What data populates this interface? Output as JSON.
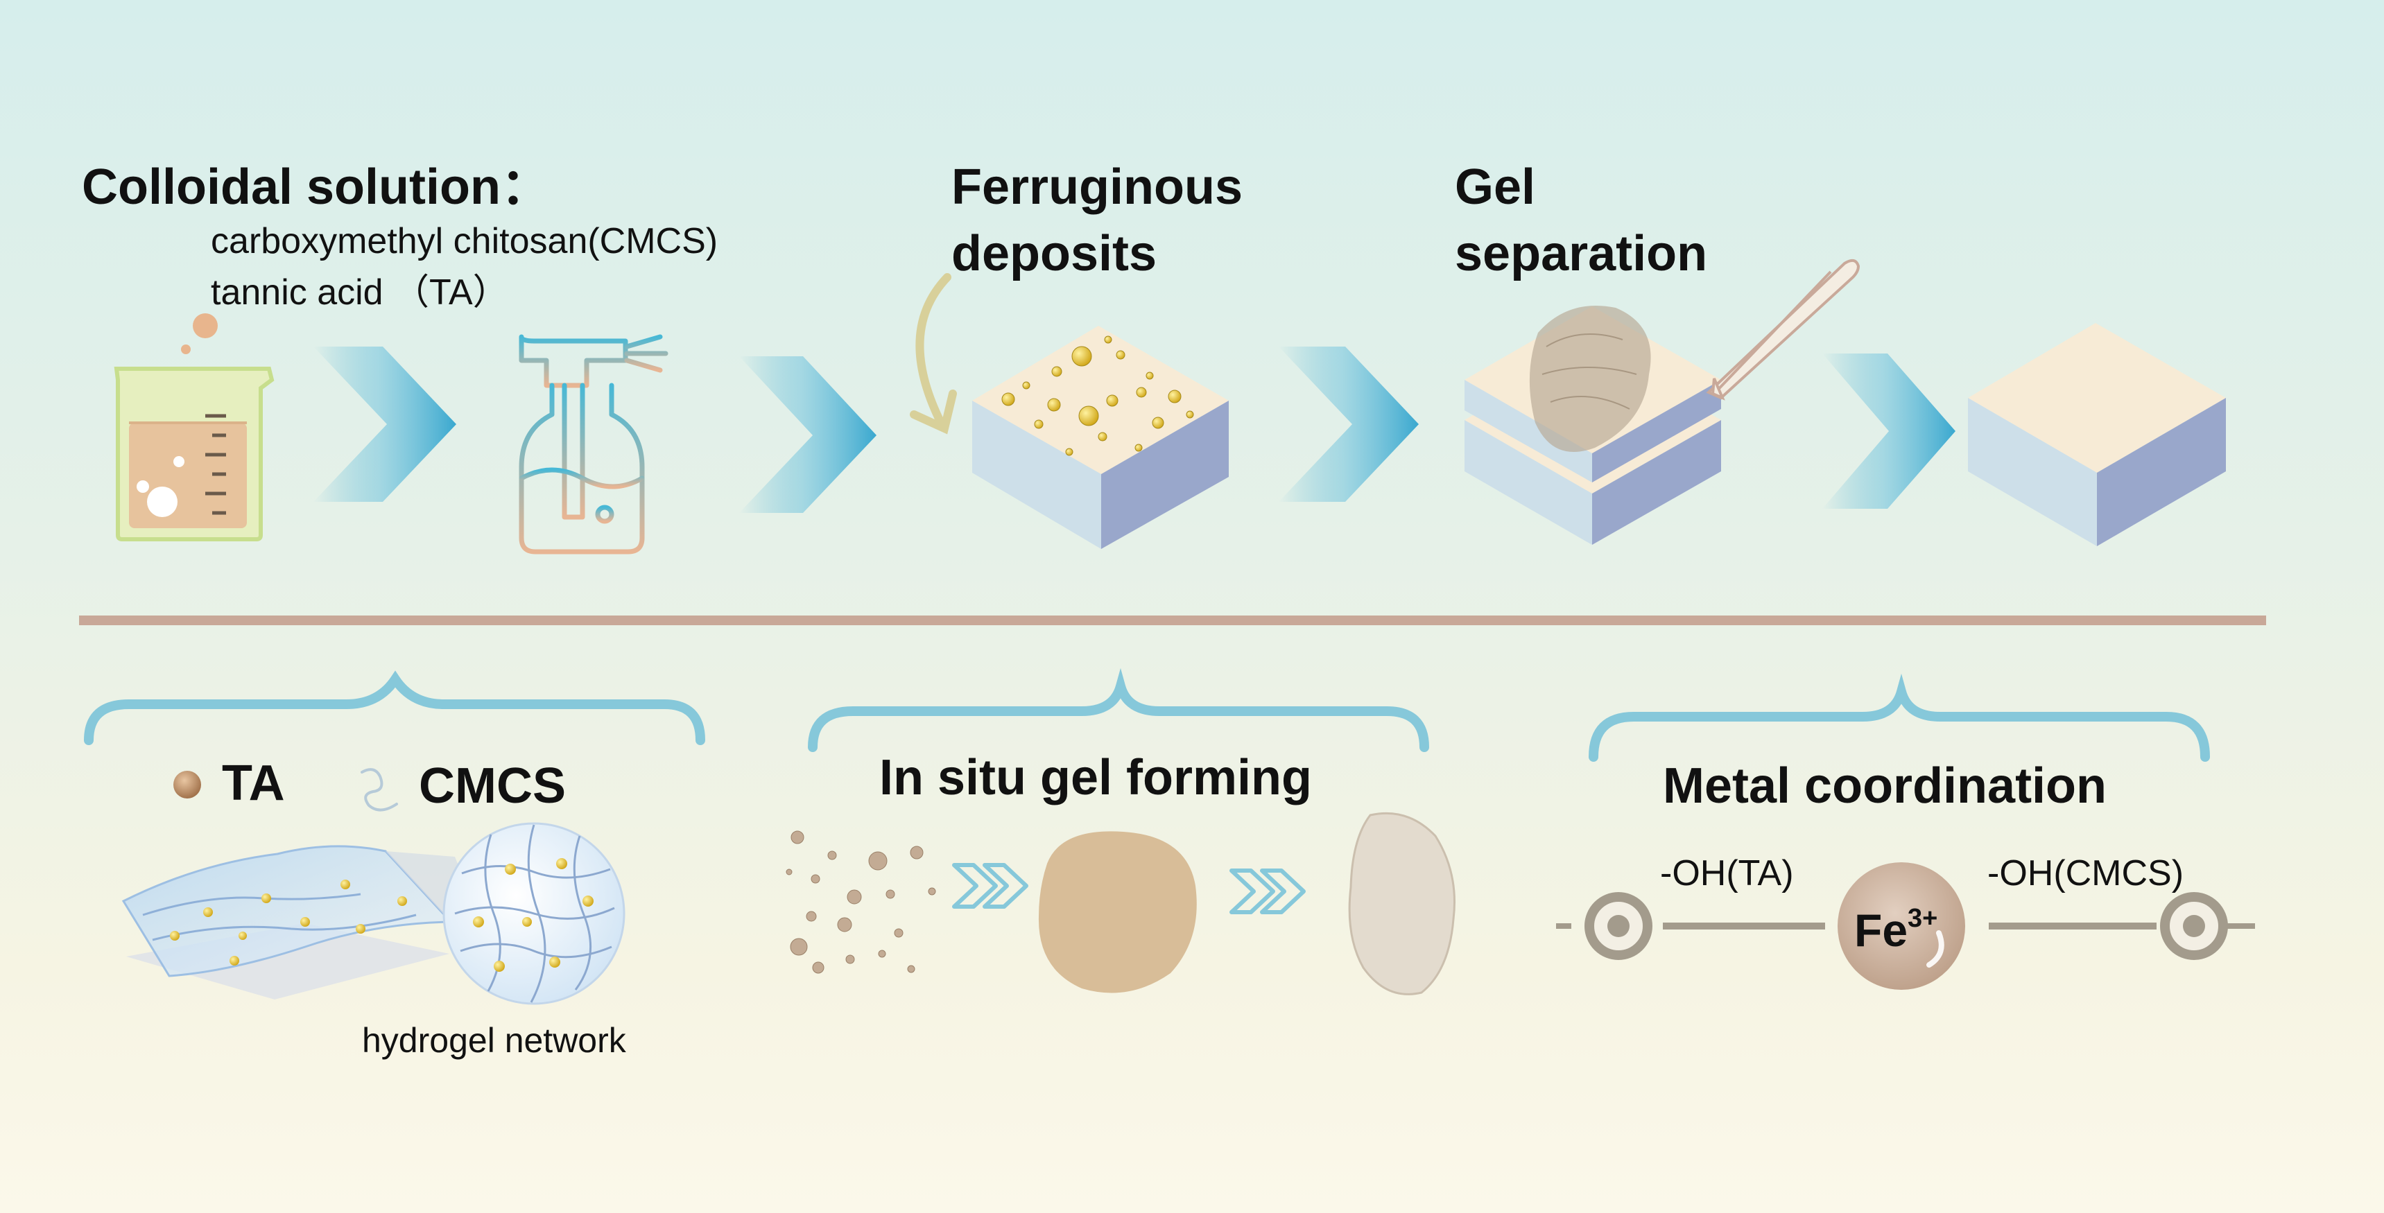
{
  "top": {
    "colloidal_title": "Colloidal solution：",
    "colloidal_line1": "carboxymethyl chitosan(CMCS)",
    "colloidal_line2": "tannic acid （TA）",
    "ferruginous_line1": "Ferruginous",
    "ferruginous_line2": "deposits",
    "gel_line1": "Gel",
    "gel_line2": "separation"
  },
  "bottom": {
    "legend_ta": "TA",
    "legend_cmcs": "CMCS",
    "hydrogel_label": "hydrogel network",
    "insitu_title": "In situ gel forming",
    "metal_title": "Metal coordination",
    "oh_ta": "-OH(TA)",
    "oh_cmcs": "-OH(CMCS)",
    "fe_symbol": "Fe",
    "fe_charge": "3+"
  },
  "icons": [
    "beaker-icon",
    "spray-bottle-icon",
    "chevron-arrow-icon",
    "hydrogel-block-icon",
    "tweezers-icon",
    "brace-icon",
    "double-chevron-icon",
    "ta-particle-icon",
    "cmcs-chain-icon"
  ],
  "colors": {
    "divider": "#c8a898",
    "chevron": "#4fb4d4",
    "brace": "#86c8da",
    "block_top": "#f7ebd6",
    "block_left": "#cddfe9",
    "block_right": "#99a7cb",
    "gel_tan": "#d8bd98",
    "fe_ball": "#cdb5a2",
    "node_ring": "#a39b8c"
  }
}
